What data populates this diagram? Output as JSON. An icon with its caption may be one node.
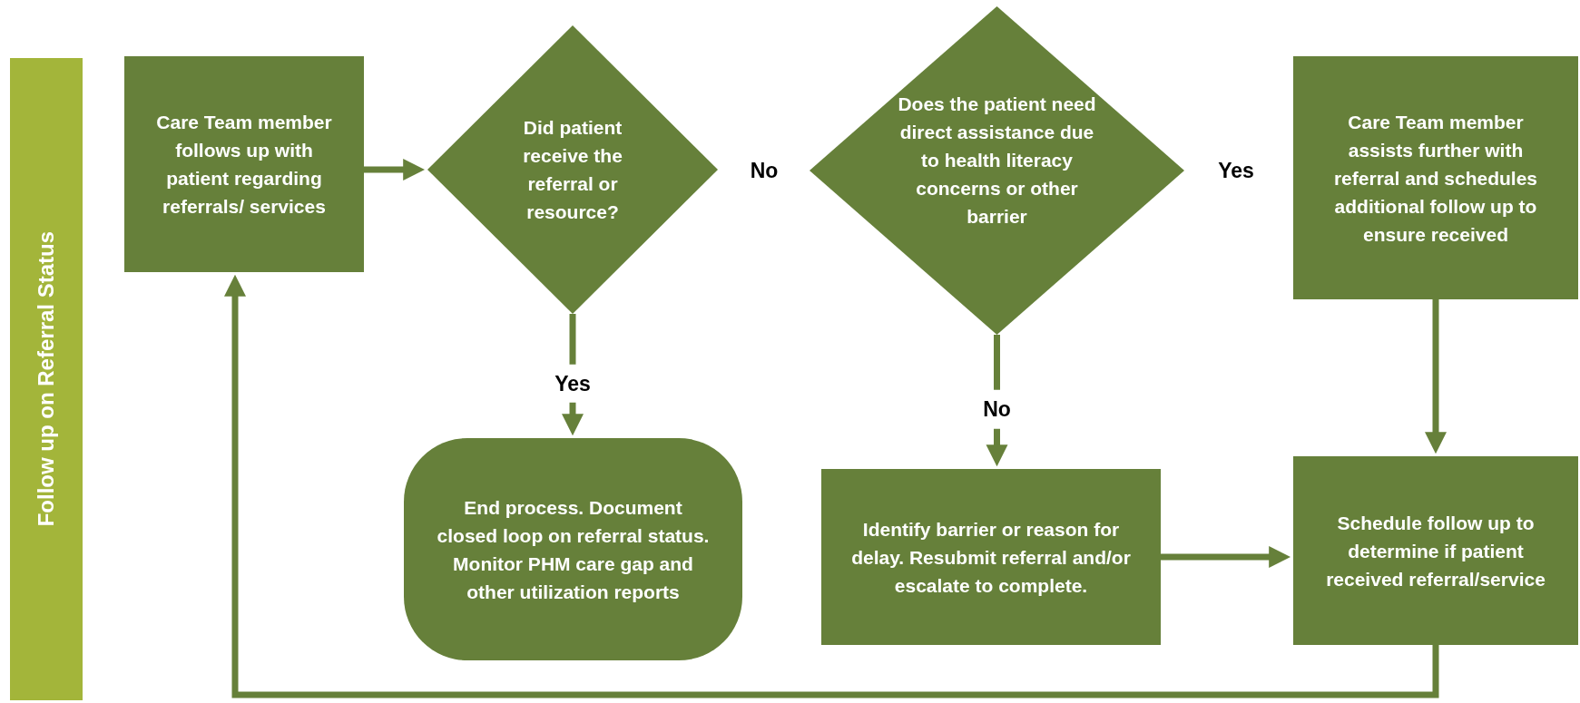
{
  "diagram": {
    "nodes": [
      {
        "text": [
          "Follow up on Referral Status"
        ]
      },
      {
        "text": [
          "Care Team member follows up with patient regarding referrals/ services"
        ]
      },
      {
        "text": [
          "Did patient receive the referral or resource?"
        ]
      },
      {
        "text": [
          "Does the patient need direct assistance due to health literacy concerns or other barrier"
        ]
      },
      {
        "text": [
          "Care Team member assists further with referral and schedules additional follow up to ensure received"
        ]
      },
      {
        "text": [
          "End process. Document closed loop on referral status. Monitor PHM care gap and other utilization reports"
        ]
      },
      {
        "text": [
          "Identify barrier or reason for delay. Resubmit referral and/or escalate to complete."
        ]
      },
      {
        "text": [
          "Schedule follow up to determine if patient received referral/service"
        ]
      }
    ],
    "edges": [
      {
        "from": 1,
        "to": 2,
        "arrow": "to"
      },
      {
        "from": 2,
        "to": 5,
        "label": "Yes",
        "arrow": "to"
      },
      {
        "from": 3,
        "to": 6,
        "label": "No",
        "arrow": "to"
      },
      {
        "from": 4,
        "to": 7,
        "arrow": "to"
      },
      {
        "from": 6,
        "to": 7,
        "arrow": "to"
      },
      {
        "from": 7,
        "to": 1,
        "arrow": "to"
      }
    ],
    "labels": [
      "No",
      "Yes"
    ]
  }
}
